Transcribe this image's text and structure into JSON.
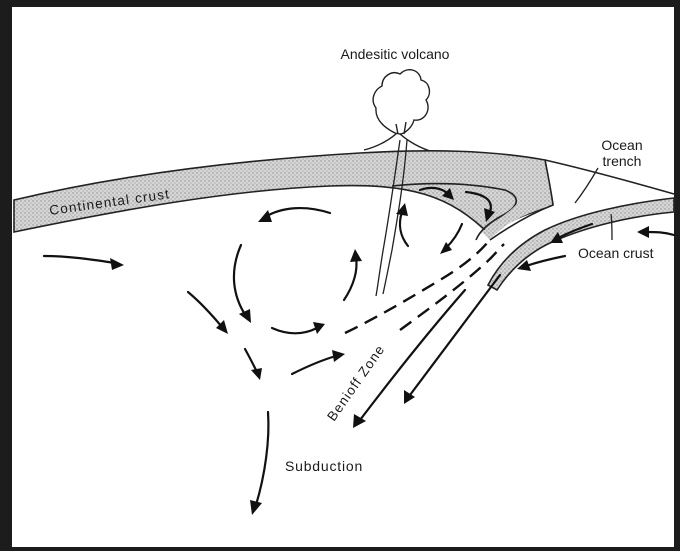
{
  "labels": {
    "volcano": "Andesitic volcano",
    "ocean_trench_line1": "Ocean",
    "ocean_trench_line2": "trench",
    "continental_crust": "Continental crust",
    "ocean_crust": "Ocean crust",
    "benioff_zone": "Benioff Zone",
    "subduction": "Subduction"
  },
  "colors": {
    "frame": "#1c1c1c",
    "crust_fill": "#c9c9c9",
    "ink": "#111111",
    "background": "#ffffff"
  }
}
